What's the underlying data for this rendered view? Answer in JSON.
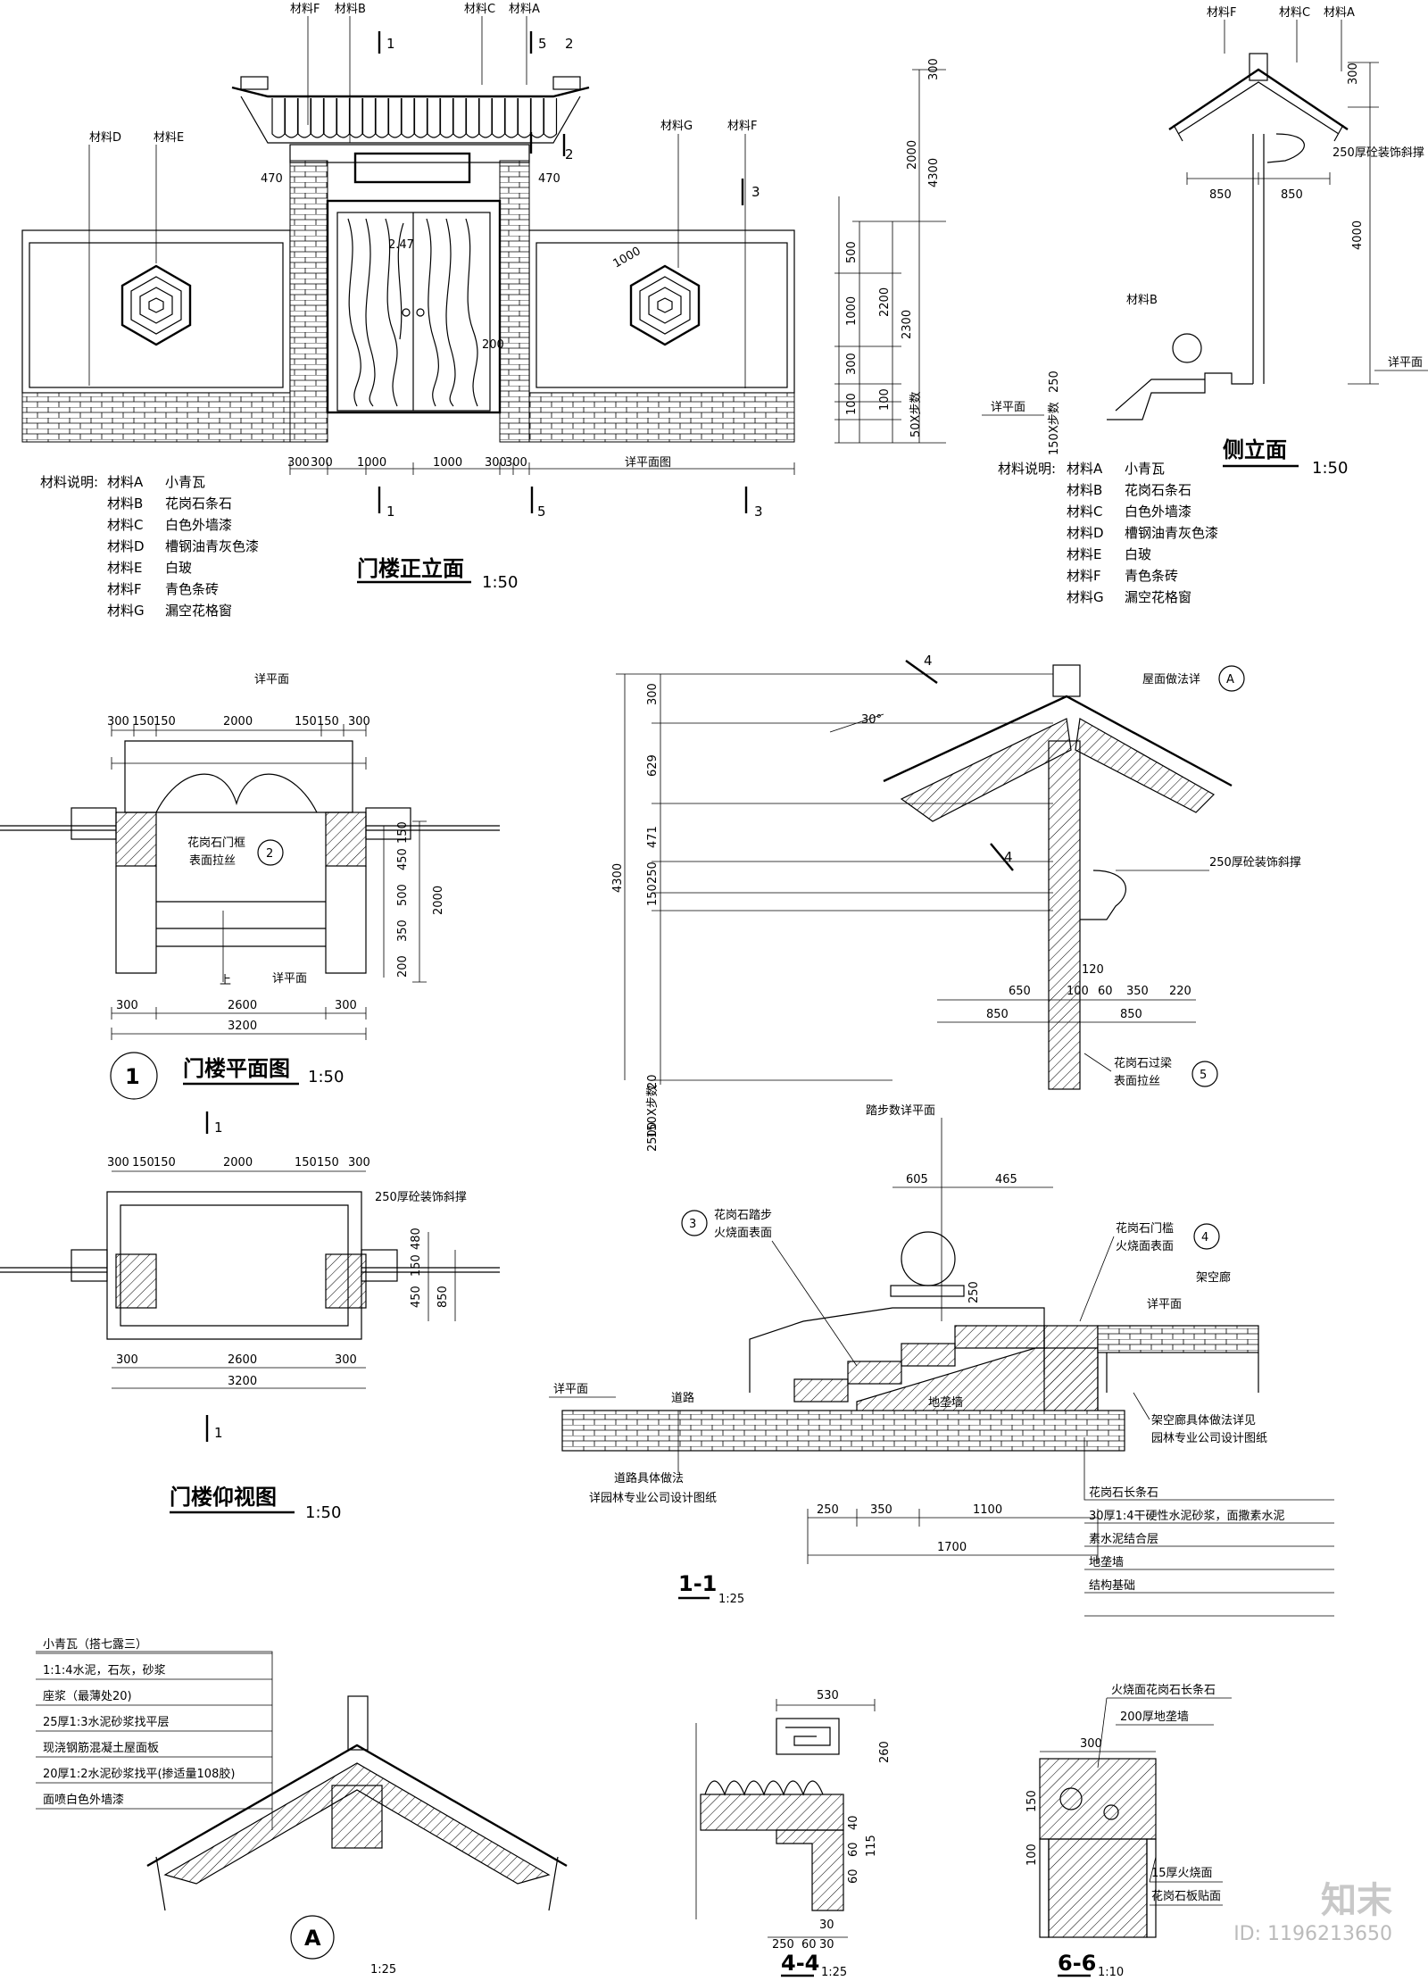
{
  "materials_legend": {
    "heading": "材料说明:",
    "items": [
      {
        "key": "材料A",
        "desc": "小青瓦"
      },
      {
        "key": "材料B",
        "desc": "花岗石条石"
      },
      {
        "key": "材料C",
        "desc": "白色外墙漆"
      },
      {
        "key": "材料D",
        "desc": "槽钢油青灰色漆"
      },
      {
        "key": "材料E",
        "desc": "白玻"
      },
      {
        "key": "材料F",
        "desc": "青色条砖"
      },
      {
        "key": "材料G",
        "desc": "漏空花格窗"
      }
    ]
  },
  "front_elevation": {
    "title": "门楼正立面",
    "scale": "1:50",
    "labels": {
      "matF": "材料F",
      "matB": "材料B",
      "matC": "材料C",
      "matA": "材料A",
      "matD": "材料D",
      "matE": "材料E",
      "matG": "材料G"
    },
    "sections": {
      "s1": "1",
      "s5": "5",
      "s2": "2",
      "s3": "3"
    },
    "dims_top": {
      "d470a": "470",
      "d470b": "470",
      "d247": "2.47",
      "d1000": "1000",
      "d200": "200"
    },
    "dims_bottom": [
      "300",
      "300",
      "1000",
      "1000",
      "300",
      "300"
    ],
    "detail_plan": "详平面图",
    "dims_right": [
      "300",
      "2000",
      "4300",
      "500",
      "1000",
      "2200",
      "2300",
      "300",
      "100",
      "100",
      "50X步数"
    ]
  },
  "side_elevation": {
    "title": "侧立面",
    "scale": "1:50",
    "labels": {
      "matF": "材料F",
      "matC": "材料C",
      "matA": "材料A",
      "matB": "材料B"
    },
    "dims": {
      "d300": "300",
      "brace": "250厚砼装饰斜撑",
      "d850a": "850",
      "d850b": "850",
      "d4000": "4000",
      "d250": "250",
      "d150": "150X步数"
    },
    "detail_plane": "详平面"
  },
  "plan": {
    "title": "门楼平面图",
    "scale": "1:50",
    "circle": "1",
    "dims_top": [
      "300",
      "150",
      "150",
      "2000",
      "150",
      "150",
      "300"
    ],
    "detail_plane": "详平面",
    "note1": "花岗石门框",
    "note2": "表面拉丝",
    "tag": "2",
    "dims_right": [
      "150",
      "450",
      "500",
      "350",
      "200",
      "2000"
    ],
    "up": "上",
    "dims_bottom": [
      "300",
      "2600",
      "300"
    ],
    "total": "3200"
  },
  "soffit": {
    "title": "门楼仰视图",
    "scale": "1:50",
    "section": "1",
    "dims_top": [
      "300",
      "150",
      "150",
      "2000",
      "150",
      "150",
      "300"
    ],
    "brace": "250厚砼装饰斜撑",
    "dims_right": [
      "480",
      "150",
      "450",
      "850"
    ],
    "dims_bottom": [
      "300",
      "2600",
      "300"
    ],
    "total": "3200"
  },
  "section_1": {
    "title": "1-1",
    "scale": "1:25",
    "sec4": "4",
    "angle": "30°",
    "roof_note": "屋面做法详",
    "roof_tag": "A",
    "brace": "250厚砼装饰斜撑",
    "dims_left": [
      "300",
      "629",
      "471",
      "250",
      "150",
      "4300",
      "2500",
      "20",
      "150X步数"
    ],
    "dims_mid": [
      "650",
      "100",
      "60",
      "350",
      "220",
      "850",
      "850",
      "120"
    ],
    "beam_note1": "花岗石过梁",
    "beam_note2": "表面拉丝",
    "beam_tag": "5",
    "step_plane": "踏步数详平面",
    "dims_step": [
      "605",
      "465"
    ],
    "step_note1": "花岗石踏步",
    "step_note2": "火烧面表面",
    "step_tag": "3",
    "sill_note1": "花岗石门槛",
    "sill_note2": "火烧面表面",
    "sill_tag": "4",
    "corridor": "架空廊",
    "detail_plane_r": "详平面",
    "detail_plane_l": "详平面",
    "road": "道路",
    "d250": "250",
    "wall": "地垄墙",
    "corridor_note1": "架空廊具体做法详见",
    "corridor_note2": "园林专业公司设计图纸",
    "road_note1": "道路具体做法",
    "road_note2": "详园林专业公司设计图纸",
    "dims_base": [
      "250",
      "350",
      "1100",
      "1700"
    ],
    "layers": [
      "花岗石长条石",
      "30厚1:4干硬性水泥砂浆，面撒素水泥",
      "素水泥结合层",
      "地垄墙",
      "结构基础"
    ]
  },
  "detail_A": {
    "tag": "A",
    "scale": "1:25",
    "layers": [
      "小青瓦（搭七露三）",
      "1:1:4水泥，石灰，砂浆",
      "座浆（最薄处20)",
      "25厚1:3水泥砂浆找平层",
      "现浇钢筋混凝土屋面板",
      "20厚1:2水泥砂浆找平(掺适量108胶)",
      "面喷白色外墙漆"
    ]
  },
  "section_4": {
    "title": "4-4",
    "scale": "1:25",
    "dims": [
      "530",
      "260",
      "40",
      "60",
      "115",
      "60",
      "30",
      "250",
      "60",
      "30"
    ]
  },
  "section_6": {
    "title": "6-6",
    "scale": "1:10",
    "notes": [
      "火烧面花岗石长条石",
      "200厚地垄墙",
      "15厚火烧面",
      "花岗石板贴面"
    ],
    "dims": [
      "300",
      "150",
      "100"
    ]
  },
  "watermark": {
    "logo": "知末",
    "id": "ID: 1196213650"
  }
}
